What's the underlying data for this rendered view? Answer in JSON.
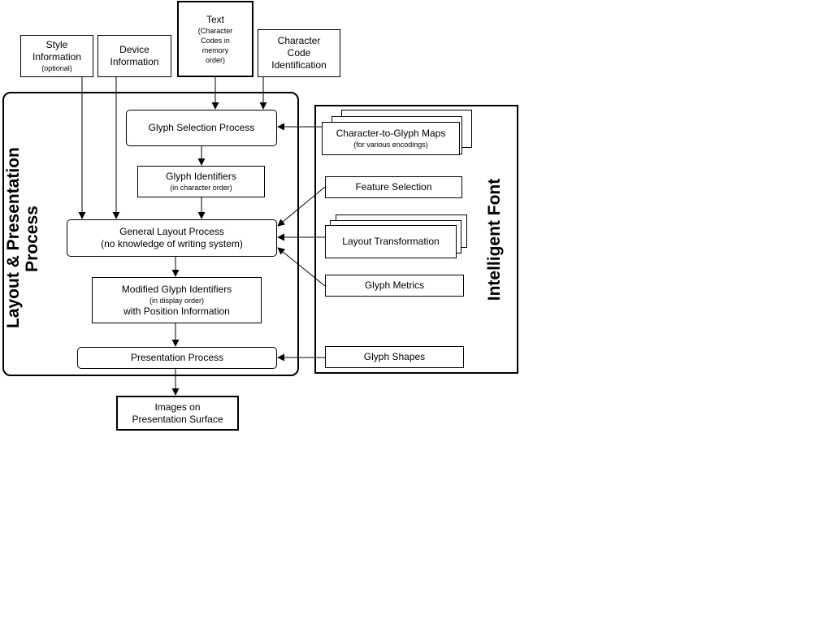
{
  "inputs": {
    "style": {
      "line1": "Style",
      "line2": "Information",
      "line3": "(optional)"
    },
    "device": {
      "line1": "Device",
      "line2": "Information"
    },
    "text": {
      "line1": "Text",
      "line2": "(Character",
      "line3": "Codes in",
      "line4": "memory",
      "line5": "order)"
    },
    "charcode": {
      "line1": "Character",
      "line2": "Code",
      "line3": "Identification"
    }
  },
  "layout_process": {
    "title_line1": "Layout & Presentation",
    "title_line2": "Process",
    "glyph_selection": "Glyph Selection Process",
    "glyph_identifiers": {
      "line1": "Glyph Identifiers",
      "line2": "(in character order)"
    },
    "general_layout": {
      "line1": "General Layout Process",
      "line2": "(no knowledge of writing system)"
    },
    "modified_glyph": {
      "line1": "Modified Glyph Identifiers",
      "line2": "(in display order)",
      "line3": "with Position Information"
    },
    "presentation": "Presentation Process"
  },
  "intelligent_font": {
    "title": "Intelligent Font",
    "char_to_glyph": {
      "line1": "Character-to-Glyph Maps",
      "line2": "(for various encodings)"
    },
    "feature_selection": "Feature Selection",
    "layout_transformation": "Layout Transformation",
    "glyph_metrics": "Glyph Metrics",
    "glyph_shapes": "Glyph Shapes"
  },
  "output": {
    "line1": "Images on",
    "line2": "Presentation Surface"
  }
}
